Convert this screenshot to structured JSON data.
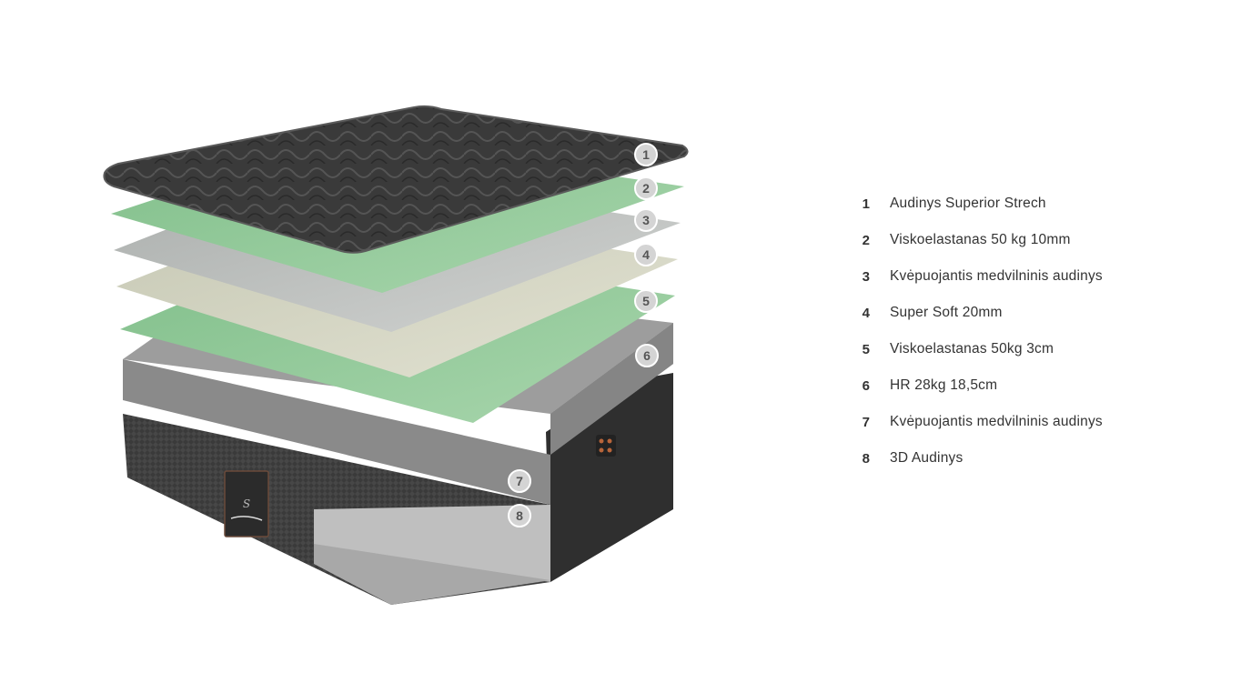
{
  "layers": [
    {
      "number": "1",
      "label": "Audinys Superior Strech"
    },
    {
      "number": "2",
      "label": "Viskoelastanas 50 kg 10mm"
    },
    {
      "number": "3",
      "label": "Kvėpuojantis medvilninis audinys"
    },
    {
      "number": "4",
      "label": "Super Soft 20mm"
    },
    {
      "number": "5",
      "label": "Viskoelastanas 50kg 3cm"
    },
    {
      "number": "6",
      "label": "HR 28kg 18,5cm"
    },
    {
      "number": "7",
      "label": "Kvėpuojantis medvilninis audinys"
    },
    {
      "number": "8",
      "label": "3D Audinys"
    }
  ],
  "colors": {
    "quilt_top": "#3a3a3a",
    "green_foam": "#94c99c",
    "grey_fabric": "#c4c6c4",
    "soft_foam": "#d6d6c4",
    "hr_foam": "#8f8f8f",
    "base_fabric": "#3c3c3c",
    "badge": "#d4d4d4"
  },
  "icons": {
    "brand_label": "spinal-brand-label-icon",
    "control_buttons": "control-buttons-icon"
  }
}
